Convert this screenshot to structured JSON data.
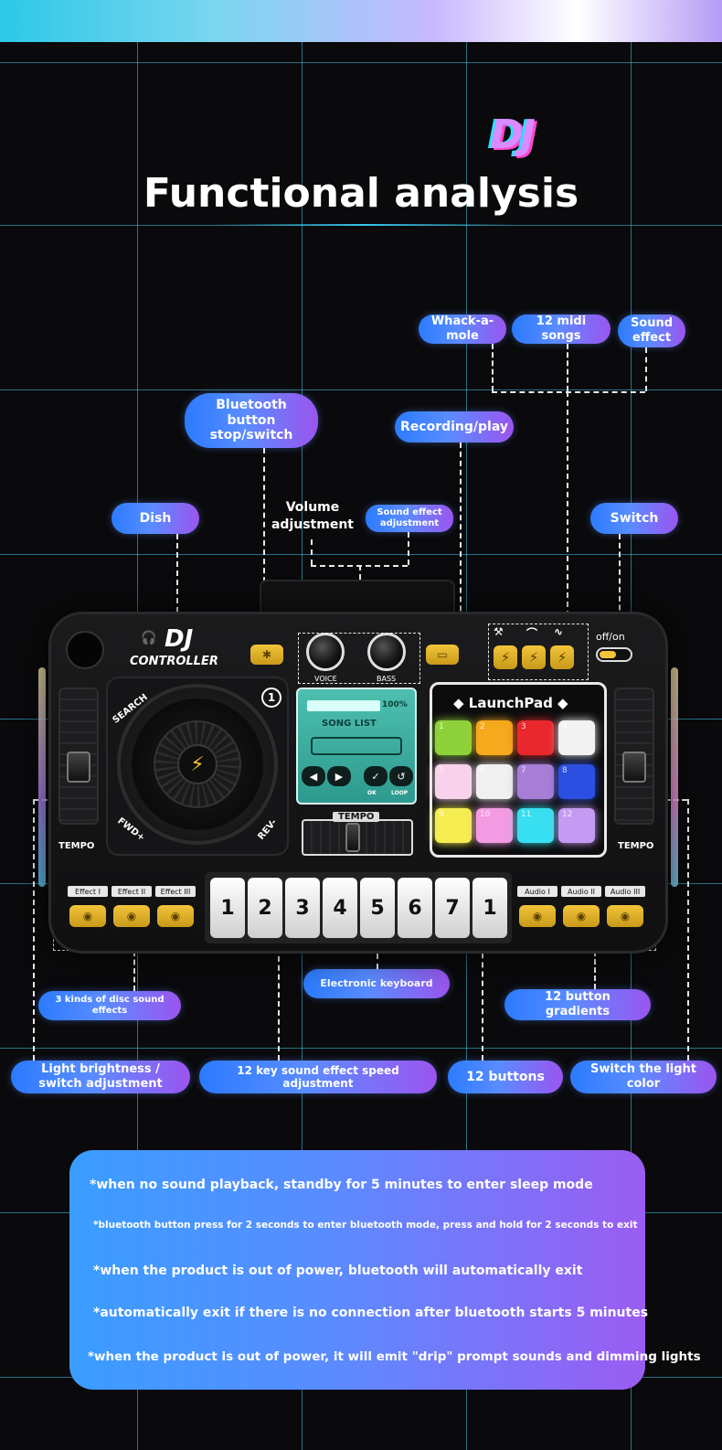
{
  "logo_text": "DJ",
  "title": "Functional analysis",
  "callouts": {
    "whack_a_mole": "Whack-a-mole",
    "midi_songs": "12 midi songs",
    "sound_effect": "Sound effect",
    "bluetooth": "Bluetooth button stop/switch",
    "recording": "Recording/play",
    "dish": "Dish",
    "volume": "Volume adjustment",
    "sound_effect_adjustment": "Sound effect adjustment",
    "switch": "Switch",
    "disc_effects": "3 kinds of disc sound effects",
    "electronic_keyboard": "Electronic keyboard",
    "button_gradients": "12 button gradients",
    "light_brightness": "Light brightness / switch adjustment",
    "key_speed": "12 key sound effect speed adjustment",
    "twelve_buttons": "12 buttons",
    "light_color": "Switch the light color"
  },
  "device": {
    "brand_top": "DJ",
    "brand_bottom": "CONTROLLER",
    "search": "SEARCH",
    "fwd": "FWD+",
    "rev": "REV-",
    "number_badge": "1",
    "voice": "VOICE",
    "bass": "BASS",
    "off_on": "off/on",
    "tempo_left": "TEMPO",
    "tempo_right": "TEMPO",
    "tempo_center": "TEMPO",
    "screen_percent": "100%",
    "song_list": "SONG LIST",
    "screen_ok": "OK",
    "screen_loop": "LOOP",
    "launchpad": "LaunchPad",
    "effects": [
      "Effect I",
      "Effect II",
      "Effect III"
    ],
    "audios": [
      "Audio I",
      "Audio II",
      "Audio III"
    ],
    "keys": [
      "1",
      "2",
      "3",
      "4",
      "5",
      "6",
      "7",
      "1"
    ],
    "pads": [
      {
        "n": "1",
        "color": "#8fd13a"
      },
      {
        "n": "2",
        "color": "#f6a91c"
      },
      {
        "n": "3",
        "color": "#e8282c"
      },
      {
        "n": "4",
        "color": "#f2f2f2"
      },
      {
        "n": "5",
        "color": "#f7d2ea"
      },
      {
        "n": "6",
        "color": "#f0f0f0"
      },
      {
        "n": "7",
        "color": "#a77ed6"
      },
      {
        "n": "8",
        "color": "#2b4fe0"
      },
      {
        "n": "9",
        "color": "#f5ec52"
      },
      {
        "n": "10",
        "color": "#f29be2"
      },
      {
        "n": "11",
        "color": "#38dff0"
      },
      {
        "n": "12",
        "color": "#c49af2"
      }
    ]
  },
  "notes": [
    "*when no sound playback, standby for 5 minutes to enter sleep mode",
    "*bluetooth button press for 2 seconds to enter bluetooth mode, press and hold for 2 seconds to exit",
    "*when the product is out of power, bluetooth will automatically exit",
    "*automatically exit if there is no connection after bluetooth starts 5 minutes",
    "*when the product is out of power, it will emit \"drip\" prompt sounds and dimming lights"
  ],
  "colors": {
    "accent_cyan": "#2cc8e8",
    "pill_start": "#2b7bff",
    "pill_end": "#9b55ef",
    "button_yellow": "#f2c43a"
  }
}
